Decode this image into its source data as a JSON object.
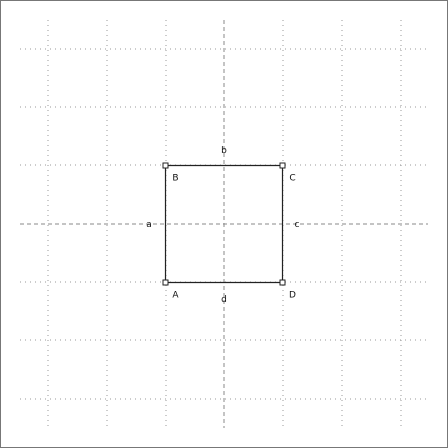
{
  "figure": {
    "grid": true,
    "grid_style": "dotted",
    "axis_style": "dashed",
    "colors": {
      "background": "#ffffff",
      "grid": "#9a9a9a",
      "axis": "#8a8a8a",
      "shape": "#222222",
      "text": "#111111",
      "frame": "#777777"
    },
    "axis_labels": {
      "left": "a",
      "top": "b",
      "right": "c",
      "bottom": "d"
    },
    "shape": "square",
    "vertices": [
      {
        "label": "A",
        "x": -1,
        "y": -1
      },
      {
        "label": "B",
        "x": -1,
        "y": 1
      },
      {
        "label": "C",
        "x": 1,
        "y": 1
      },
      {
        "label": "D",
        "x": 1,
        "y": -1
      }
    ]
  }
}
